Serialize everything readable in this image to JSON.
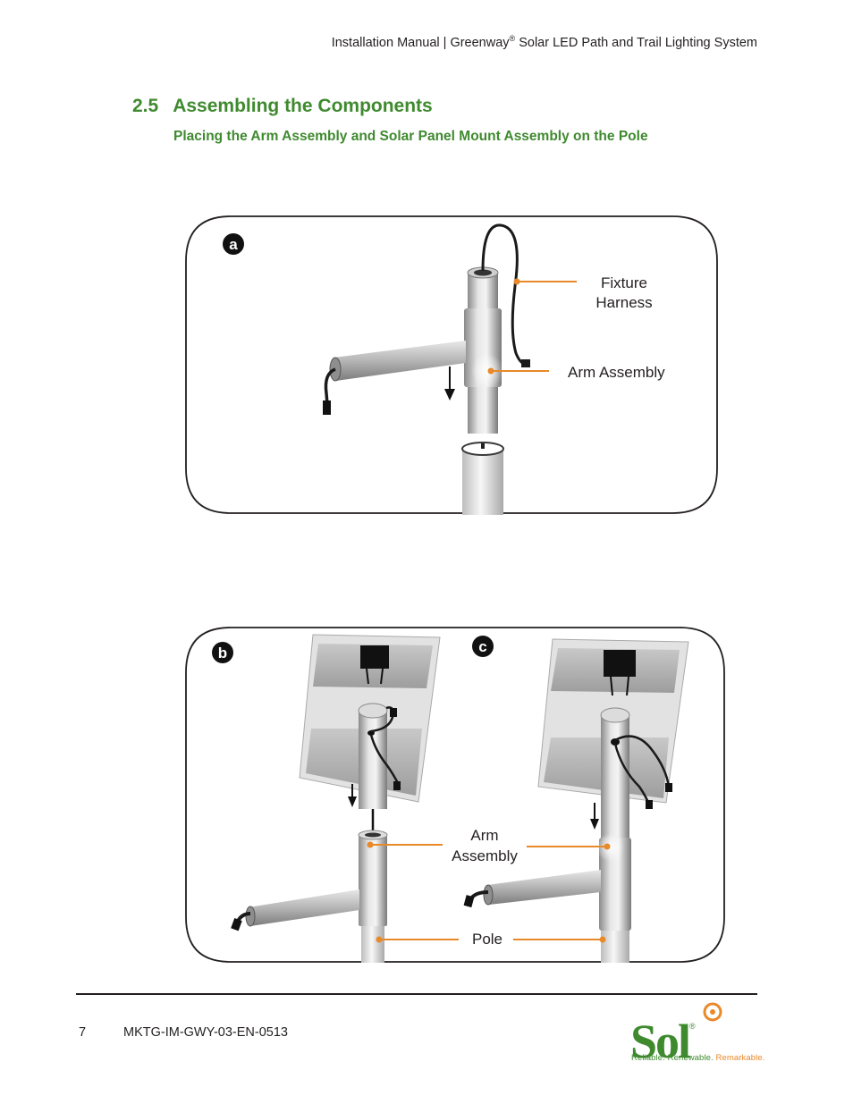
{
  "header": {
    "text_before": "Installation Manual  |  Greenway",
    "reg": "®",
    "text_after": " Solar LED Path and Trail Lighting System"
  },
  "section": {
    "number": "2.5",
    "title": "Assembling the Components",
    "subtitle": "Placing the Arm Assembly and Solar Panel Mount Assembly on the Pole"
  },
  "figure_a": {
    "badge": "a",
    "label_fixture_1": "Fixture",
    "label_fixture_2": "Harness",
    "label_arm": "Arm Assembly"
  },
  "figure_bc": {
    "badge_b": "b",
    "badge_c": "c",
    "label_arm_1": "Arm",
    "label_arm_2": "Assembly",
    "label_pole": "Pole"
  },
  "footer": {
    "page_number": "7",
    "doc_code": "MKTG-IM-GWY-03-EN-0513"
  },
  "logo": {
    "wordmark": "Sol",
    "reg": "®",
    "tag_1": "Reliable. Renewable.",
    "tag_2": "Remarkable."
  },
  "colors": {
    "heading_green": "#3f8a2f",
    "callout_orange": "#e8892a"
  }
}
